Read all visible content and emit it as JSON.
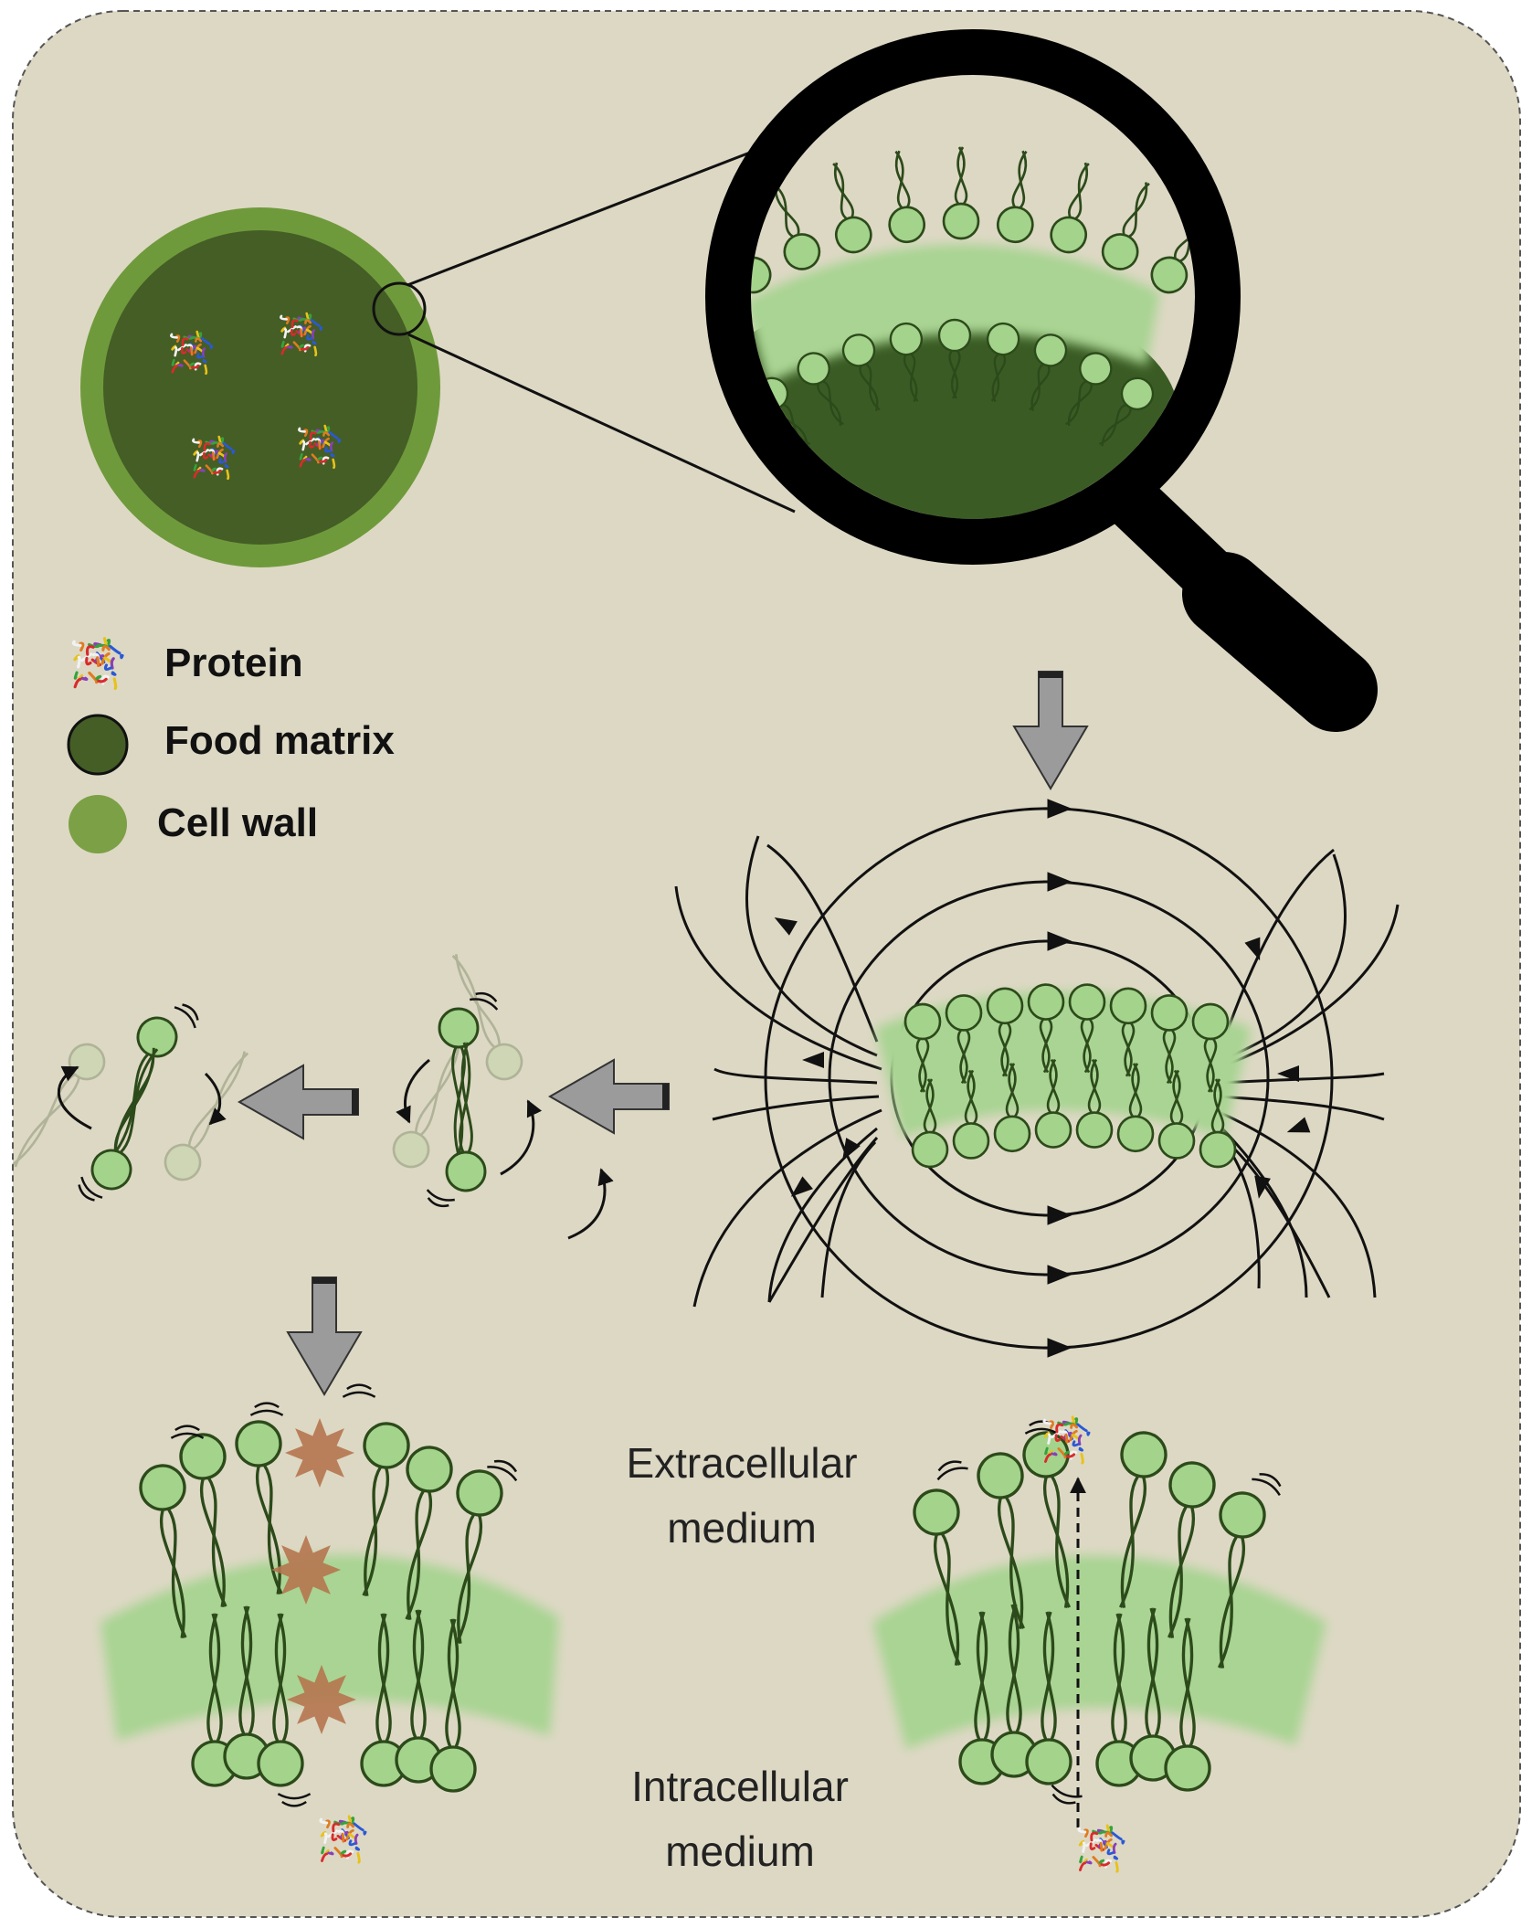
{
  "legend": {
    "protein": "Protein",
    "food_matrix": "Food matrix",
    "cell_wall": "Cell wall"
  },
  "labels": {
    "extracellular_line1": "Extracellular",
    "extracellular_line2": "medium",
    "intracellular_line1": "Intracellular",
    "intracellular_line2": "medium"
  },
  "colors": {
    "background": "#ddd8c4",
    "cell_wall": "#6f9a3c",
    "food_matrix": "#445e26",
    "membrane_band": "#a9d493",
    "lipid_head": "#a4d38c",
    "lipid_stroke": "#2c4a1a",
    "arrow_gray": "#9b9b9b",
    "damage_star": "#b5764f",
    "magnifier": "#000000"
  },
  "icons": [
    "protein-icon",
    "magnifying-glass-icon",
    "down-arrow-icon",
    "left-arrow-icon",
    "damage-star-icon"
  ]
}
